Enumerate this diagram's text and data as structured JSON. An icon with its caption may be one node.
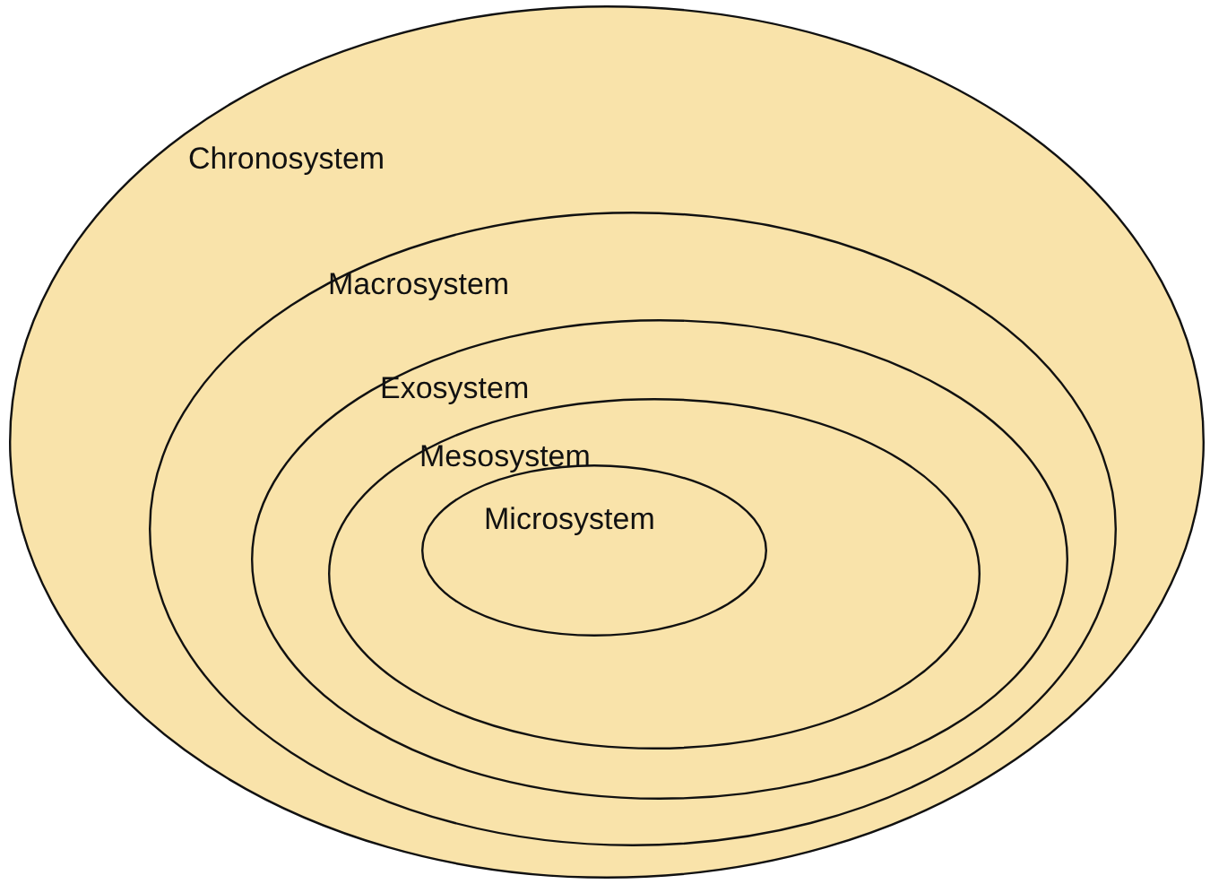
{
  "diagram": {
    "nodes": [
      {
        "text": [
          "Chronosystem"
        ]
      },
      {
        "text": [
          "Macrosystem"
        ],
        "in": 0
      },
      {
        "text": [
          "Exosystem"
        ],
        "in": 1
      },
      {
        "text": [
          "Mesosystem"
        ],
        "in": 2
      },
      {
        "text": [
          "Microsystem"
        ],
        "in": 3
      }
    ]
  }
}
